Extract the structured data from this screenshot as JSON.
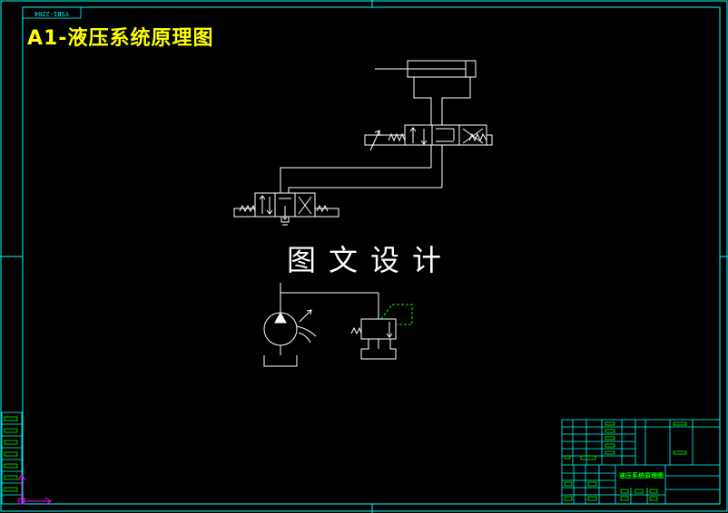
{
  "drawing": {
    "title": "A1-液压系统原理图",
    "watermark": "图文设计",
    "sheet_code": "YSB1-2Z04",
    "title_block_name": "液压系统原理图"
  },
  "colors": {
    "background": "#000000",
    "frame": "#00ffff",
    "symbol": "#ffffff",
    "title": "#ffff00",
    "highlight": "#00ff00",
    "axis_x": "#ff00ff"
  }
}
